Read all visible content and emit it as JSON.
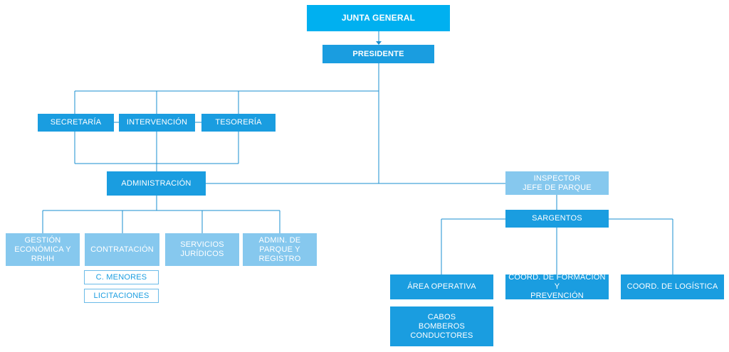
{
  "org_chart": {
    "junta_general": "JUNTA GENERAL",
    "presidente": "PRESIDENTE",
    "secretaria": "SECRETARÍA",
    "intervencion": "INTERVENCIÓN",
    "tesoreria": "TESORERÍA",
    "administracion": "ADMINISTRACIÓN",
    "gestion": "GESTIÓN\nECONÓMICA Y\nRRHH",
    "contratacion": "CONTRATACIÓN",
    "c_menores": "C. MENORES",
    "licitaciones": "LICITACIONES",
    "servicios_juridicos": "SERVICIOS\nJURÍDICOS",
    "admin_parque": "ADMIN. DE\nPARQUE Y\nREGISTRO",
    "inspector": "INSPECTOR\nJEFE DE PARQUE",
    "sargentos": "SARGENTOS",
    "area_operativa": "ÁREA OPERATIVA",
    "cabos": "CABOS\nBOMBEROS\nCONDUCTORES",
    "coord_formacion": "COORD. DE FORMACIÓN Y\nPREVENCIÓN",
    "coord_logistica": "COORD. DE LOGÍSTICA"
  },
  "colors": {
    "primary": "#1a9de0",
    "top": "#00b0f0",
    "light": "#86c8ee",
    "line": "#1a8fd0"
  }
}
